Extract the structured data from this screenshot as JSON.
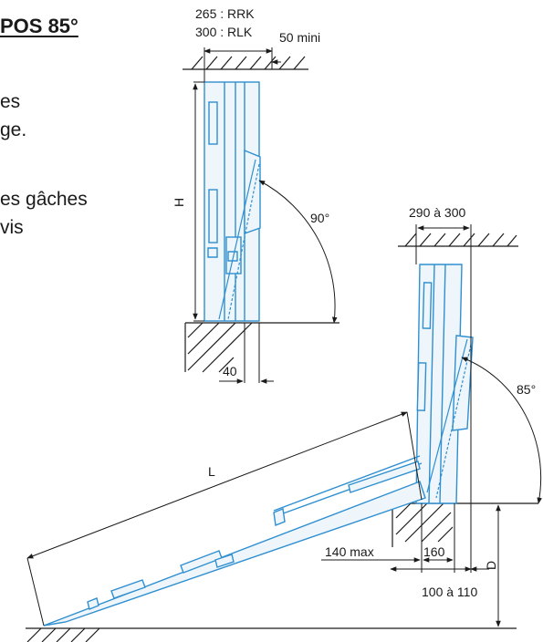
{
  "heading": "POS 85°",
  "intro_lines": [
    "es",
    "ge."
  ],
  "second_lines": [
    "es gâches",
    "vis"
  ],
  "dimensions": {
    "rrk": "265 : RRK",
    "rlk": "300 : RLK",
    "mini": "50 mini",
    "height": "H",
    "angle_upright": "90°",
    "offset_40": "40",
    "range_290_300": "290 à 300",
    "angle_tilted": "85°",
    "length": "L",
    "max_140": "140 max",
    "gap_160": "160",
    "depth": "D",
    "range_100_110": "100 à 110"
  },
  "colors": {
    "line": "#1a1a1a",
    "device": "#2f8fd0",
    "device_fill": "#eef6fc"
  }
}
